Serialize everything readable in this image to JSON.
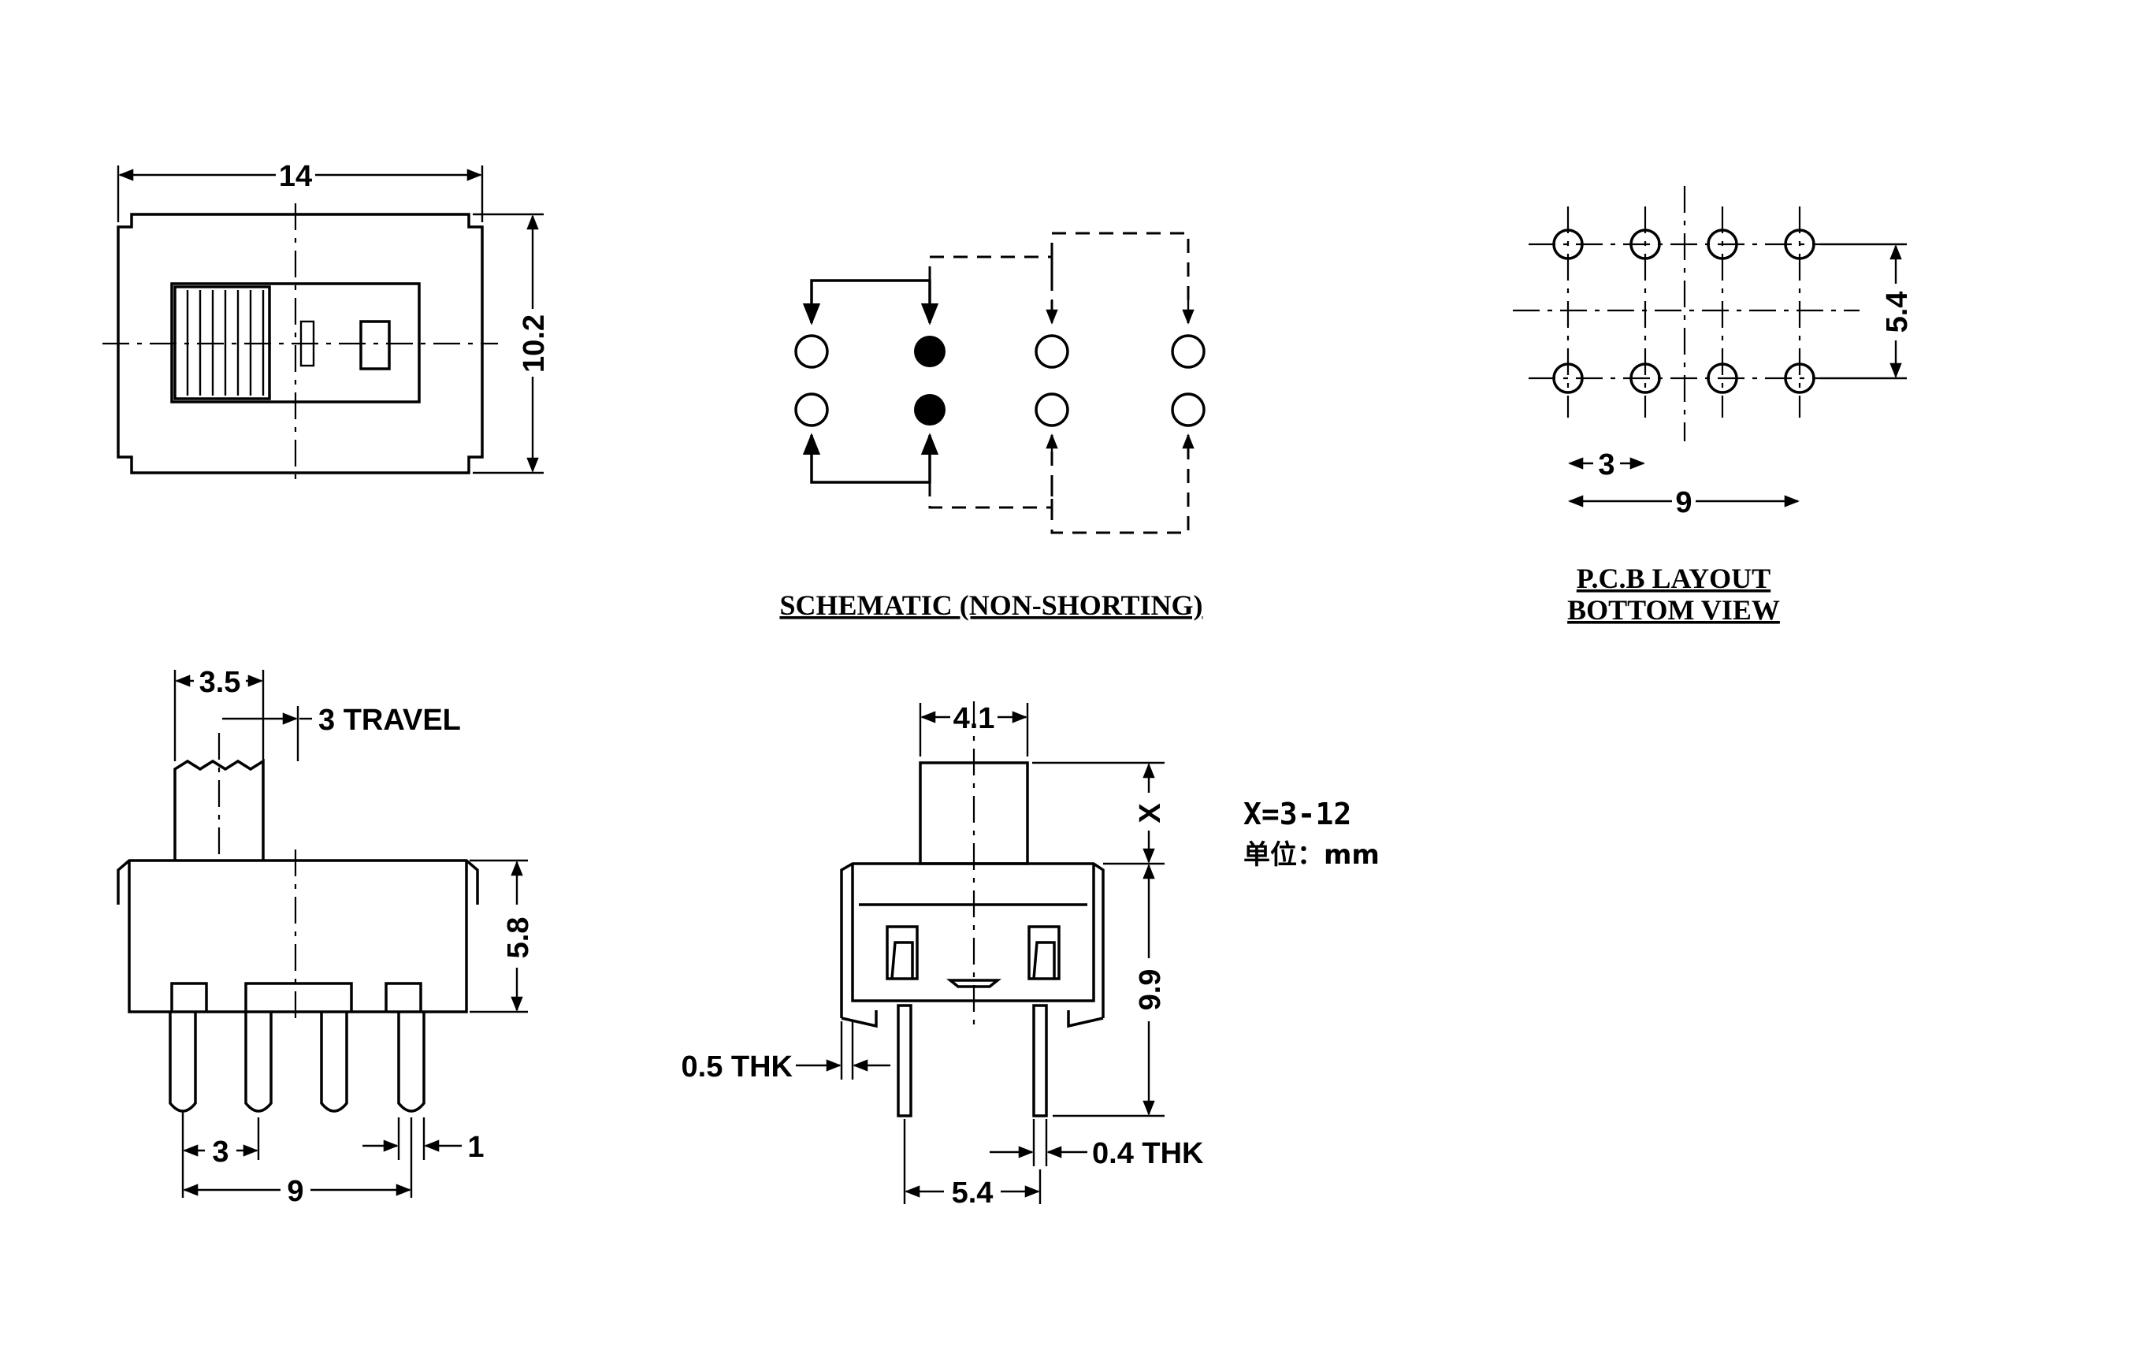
{
  "top_view": {
    "width_label": "14",
    "height_label": "10.2"
  },
  "schematic": {
    "caption": "SCHEMATIC (NON-SHORTING)"
  },
  "pcb_layout": {
    "caption_line1": "P.C.B LAYOUT",
    "caption_line2": "BOTTOM VIEW",
    "row_spacing": "5.4",
    "pitch": "3",
    "span": "9"
  },
  "side_view": {
    "actuator_width": "3.5",
    "travel": "3 TRAVEL",
    "body_height": "5.8",
    "pin_pitch": "3",
    "pin_span": "9",
    "pin_width": "1"
  },
  "end_view": {
    "actuator_width": "4.1",
    "actuator_height": "X",
    "total_height": "9.9",
    "frame_thickness": "0.5 THK",
    "pin_thickness": "0.4 THK",
    "pin_spacing": "5.4"
  },
  "notes": {
    "x_range": "X=3-12",
    "unit": "单位：mm"
  },
  "colors": {
    "line": "#000000",
    "background": "#ffffff"
  }
}
